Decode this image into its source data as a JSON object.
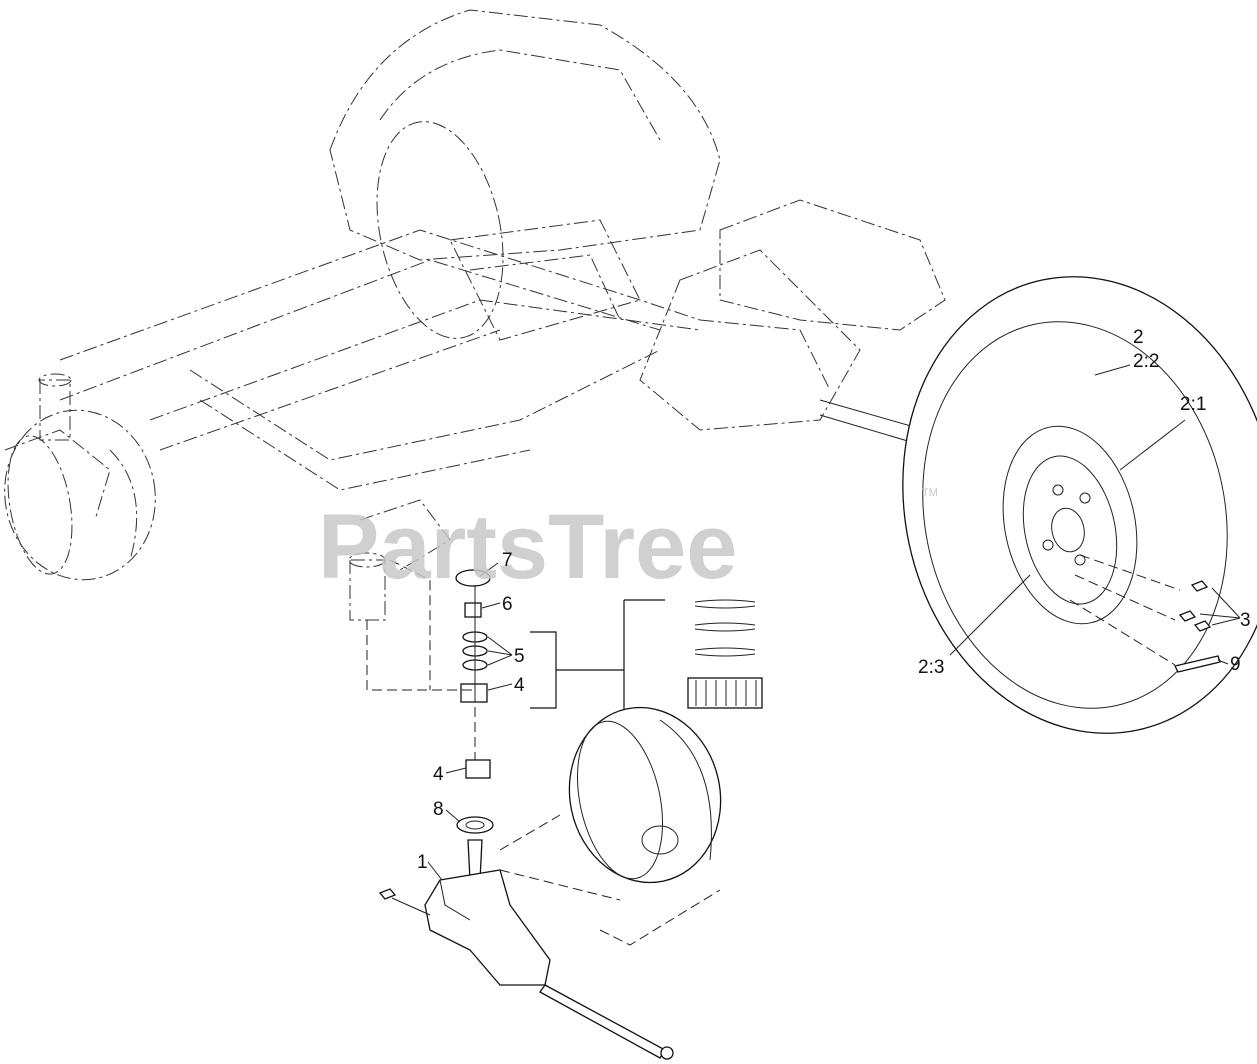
{
  "watermark": {
    "text": "PartsTree",
    "mark": "TM"
  },
  "callouts": {
    "c2": "2",
    "c2_2": "2:2",
    "c2_1": "2:1",
    "c2_3": "2:3",
    "c3": "3",
    "c9": "9",
    "c7": "7",
    "c6": "6",
    "c5": "5",
    "c4_upper": "4",
    "c4_lower": "4",
    "c8": "8",
    "c1": "1"
  }
}
